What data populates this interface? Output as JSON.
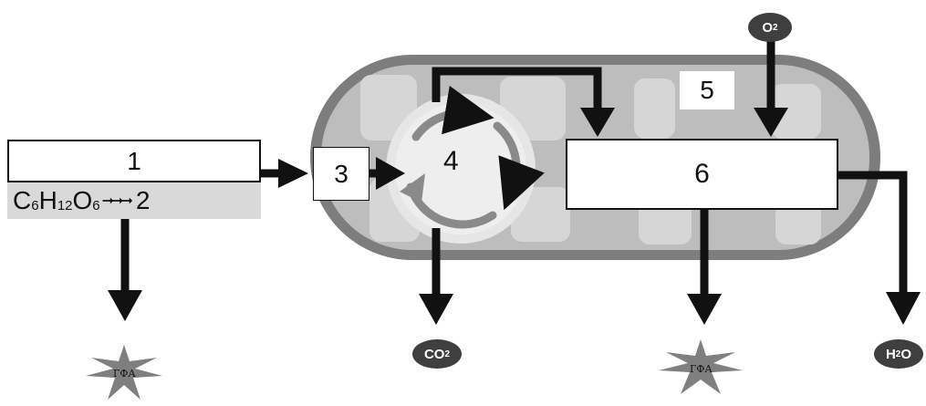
{
  "labels": {
    "box1": "1",
    "box2": "2",
    "box3": "3",
    "box4": "4",
    "box5": "5",
    "box6": "6"
  },
  "glucose": {
    "C": "C",
    "c_count": "6",
    "H": "H",
    "h_count": "12",
    "O": "O",
    "o_count": "6",
    "arrows": "➞➞➞"
  },
  "molecules": {
    "o2": {
      "symbol": "O",
      "sub": "2"
    },
    "co2": {
      "symbol": "CO",
      "sub": "2"
    },
    "h2o": {
      "symbol": "H",
      "sub": "2",
      "tail": "O"
    }
  },
  "energy": {
    "atp1": "ГФА",
    "atp2": "ГФА"
  },
  "colors": {
    "membrane_outer": "#7d7d7d",
    "matrix": "#bdbdbd",
    "cristae": "#d6d6d6",
    "cycle_ring": "#e6e6e6",
    "cycle_arrows": "#8a8a8a",
    "arrow": "#111111",
    "atp_star": "#7f7f7f"
  }
}
